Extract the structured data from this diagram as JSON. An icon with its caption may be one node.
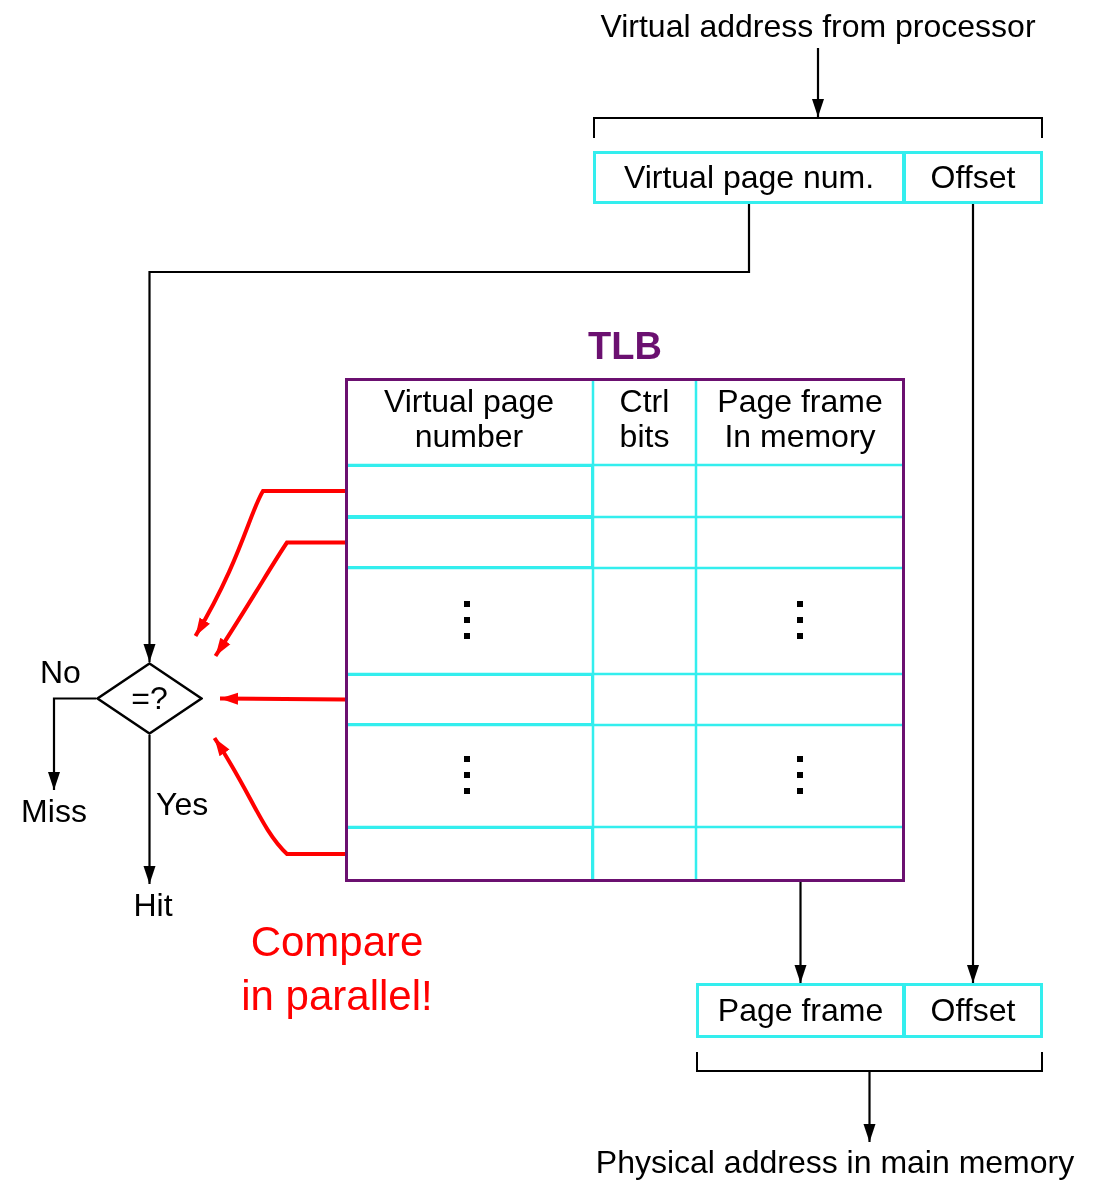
{
  "diagram": {
    "nodes": [
      {
        "text": [
          "Virtual address from processor"
        ]
      },
      {
        "text": [],
        "shape": "bracket"
      },
      {
        "text": [
          "Virtual page num."
        ]
      },
      {
        "text": [
          "Offset"
        ]
      },
      {
        "text": [
          "TLB"
        ]
      },
      {
        "text": [
          "Virtual page number"
        ],
        "in": 4
      },
      {
        "text": [
          "Ctrl bits"
        ],
        "in": 4
      },
      {
        "text": [
          "Page frame In memory"
        ],
        "in": 4
      },
      {
        "text": [],
        "shape": "box",
        "in": 4
      },
      {
        "text": [],
        "shape": "box",
        "in": 4
      },
      {
        "text": [],
        "shape": "box",
        "in": 4
      },
      {
        "text": [],
        "shape": "box",
        "in": 4
      },
      {
        "text": [
          "=?"
        ]
      },
      {
        "text": [
          "Miss"
        ]
      },
      {
        "text": [
          "Hit"
        ]
      },
      {
        "text": [
          "Page frame"
        ]
      },
      {
        "text": [
          "Offset"
        ]
      },
      {
        "text": [],
        "shape": "bracket"
      },
      {
        "text": [
          "Physical address in main memory"
        ]
      }
    ],
    "edges": [
      {
        "from": 0,
        "to": 1,
        "arrow": "to"
      },
      {
        "from": 2,
        "to": 12,
        "arrow": "to"
      },
      {
        "from": 3,
        "to": 16,
        "arrow": "to"
      },
      {
        "from": 8,
        "to": 12,
        "arrow": "to",
        "style": "thick",
        "color": "#ff0000"
      },
      {
        "from": 9,
        "to": 12,
        "arrow": "to",
        "style": "thick",
        "color": "#ff0000"
      },
      {
        "from": 10,
        "to": 12,
        "arrow": "to",
        "style": "thick",
        "color": "#ff0000"
      },
      {
        "from": 11,
        "to": 12,
        "arrow": "to",
        "style": "thick",
        "color": "#ff0000"
      },
      {
        "from": 12,
        "to": 13,
        "arrow": "to",
        "label": "No"
      },
      {
        "from": 12,
        "to": 14,
        "arrow": "to",
        "label": "Yes"
      },
      {
        "from": 4,
        "to": 15,
        "arrow": "to"
      },
      {
        "from": 17,
        "to": 18,
        "arrow": "to"
      }
    ],
    "labels": [
      "Compare in parallel!"
    ]
  }
}
